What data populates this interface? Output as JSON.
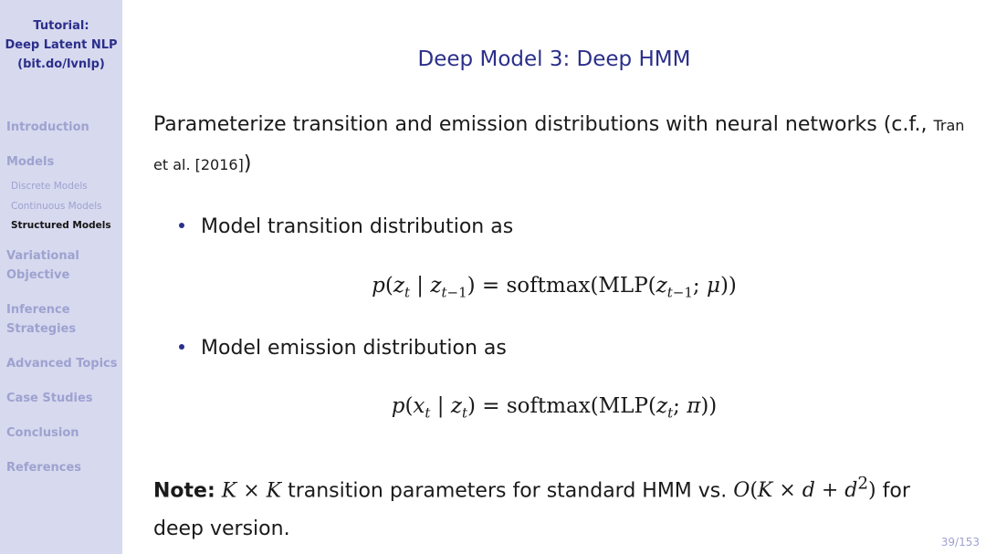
{
  "sidebar": {
    "title_lines": [
      "Tutorial:",
      "Deep Latent NLP",
      "(bit.do/lvnlp)"
    ],
    "items": {
      "introduction": "Introduction",
      "models": "Models",
      "discrete_models": "Discrete Models",
      "continuous_models": "Continuous Models",
      "structured_models": "Structured Models",
      "variational_1": "Variational",
      "variational_2": "Objective",
      "inference_1": "Inference",
      "inference_2": "Strategies",
      "advanced_topics": "Advanced Topics",
      "case_studies": "Case Studies",
      "conclusion": "Conclusion",
      "references": "References"
    }
  },
  "slide": {
    "title": "Deep Model 3: Deep HMM",
    "intro_text": "Parameterize transition and emission distributions with neural networks (c.f.,",
    "cite_a": "Tran",
    "cite_b": "et al. [2016]",
    "cite_close": ")",
    "bullet1": "Model transition distribution as",
    "bullet2": "Model emission distribution as",
    "note_label": "Note:",
    "note_mid": "transition parameters for standard HMM vs.",
    "note_for": "for",
    "note_line2": "deep version."
  },
  "footer": {
    "page": "39/153"
  },
  "colors": {
    "sidebar_bg": "#d7d9ef",
    "accent": "#2b2f8a",
    "muted": "#9ea2cf"
  }
}
